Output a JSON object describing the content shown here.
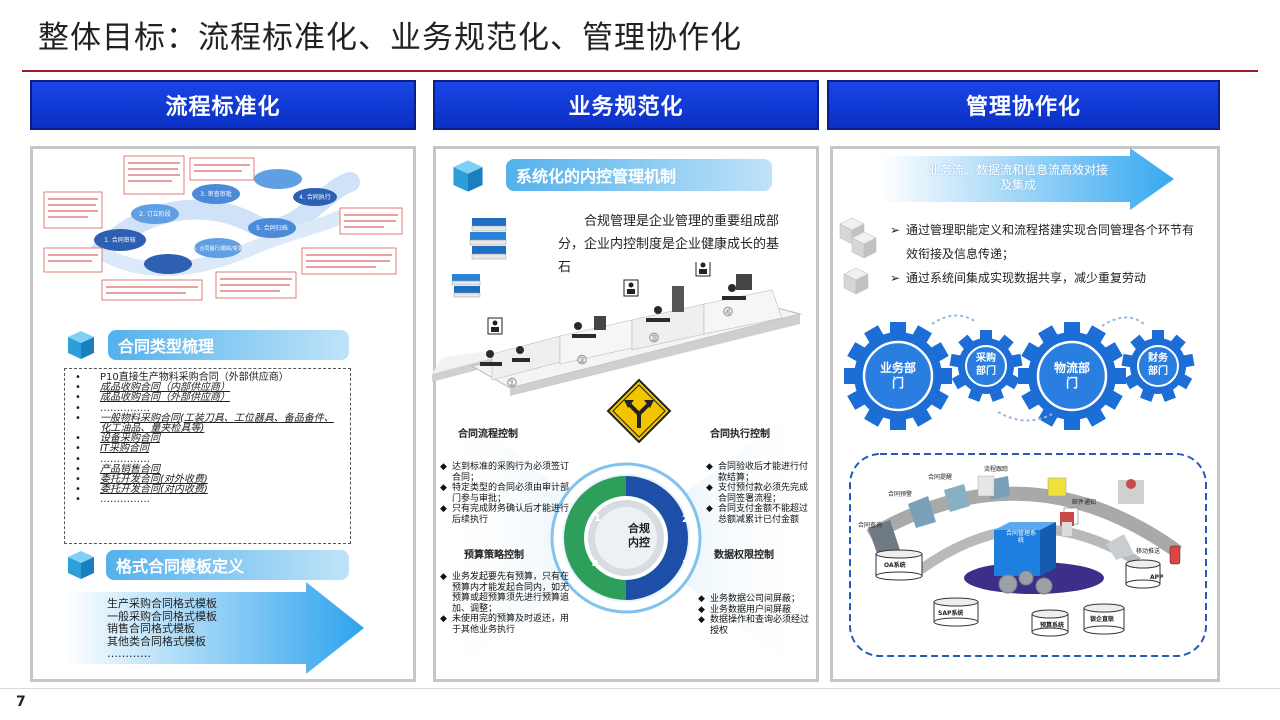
{
  "page_title": "整体目标：流程标准化、业务规范化、管理协作化",
  "page_number": "7",
  "colors": {
    "header_blue": "#1a46e6",
    "rule_red": "#a01828",
    "gear_blue": "#1c6ed6",
    "pill_blue": "#53b1ec"
  },
  "columns": [
    {
      "header": "流程标准化"
    },
    {
      "header": "业务规范化"
    },
    {
      "header": "管理协作化"
    }
  ],
  "col1": {
    "process_steps": [
      "1. 合同审核",
      "2. 订立阶段",
      "3. 审查审批",
      "4. 合同执行",
      "5. 合同归档",
      "6. 合同履行/跟踪/变更"
    ],
    "contract_types_title": "合同类型梳理",
    "contract_types": [
      "P10直接生产物料采购合同（外部供应商）",
      "成品收购合同（内部供应商）",
      "成品收购合同（外部供应商）",
      "……………",
      "一般物料采购合同(工装刀具、工位器具、备品备件、",
      "化工油品、量夹检具等)",
      "设备采购合同",
      "IT采购合同",
      "……………",
      "产品销售合同",
      "委托开发合同(对外收费)",
      "委托开发合同(对内收费)",
      "……………"
    ],
    "template_title": "格式合同模板定义",
    "templates": [
      "生产采购合同格式模板",
      "一般采购合同格式模板",
      "销售合同格式模板",
      "其他类合同格式模板",
      "…………"
    ]
  },
  "col2": {
    "mechanism_title": "系统化的内控管理机制",
    "compliance_text": "合规管理是企业管理的重要组成部分，企业内控制度是企业健康成长的基石",
    "stair_numbers": [
      "①",
      "②",
      "③",
      "④"
    ],
    "center_label": "合规内控",
    "segment_numbers": [
      "1",
      "2",
      "3",
      "4"
    ],
    "quadrants": {
      "top_left": {
        "title": "合同流程控制",
        "items": [
          "达到标准的采购行为必须签订合同；",
          "特定类型的合同必须由审计部门参与审批；",
          "只有完成财务确认后才能进行后续执行"
        ]
      },
      "top_right": {
        "title": "合同执行控制",
        "items": [
          "合同验收后才能进行付款结算；",
          "支付预付款必须先完成合同签署流程；",
          "合同支付金额不能超过总额减累计已付金额"
        ]
      },
      "bottom_left": {
        "title": "预算策略控制",
        "items": [
          "业务发起要先有预算，只有在预算内才能发起合同内，如无预算或超预算须先进行预算追加、调整；",
          "未使用完的预算及时返还，用于其他业务执行"
        ]
      },
      "bottom_right": {
        "title": "数据权限控制",
        "items": [
          "业务数据公司间屏蔽；",
          "业务数据用户间屏蔽",
          "数据操作和查询必须经过授权"
        ]
      }
    }
  },
  "col3": {
    "arrow_text": "业务流、数据流和信息流高效对接及集成",
    "bullets": [
      "通过管理职能定义和流程搭建实现合同管理各个环节有效衔接及信息传递；",
      "通过系统间集成实现数据共享，减少重复劳动"
    ],
    "gears": [
      "业务部门",
      "采购部门",
      "物流部门",
      "财务部门"
    ],
    "systems": [
      "合同提醒",
      "流程跟踪",
      "合同预警",
      "邮件通知",
      "合同查询",
      "合同管理系统",
      "OA系统",
      "移动推送",
      "APP",
      "SAP系统",
      "预算系统",
      "银企直联"
    ]
  }
}
